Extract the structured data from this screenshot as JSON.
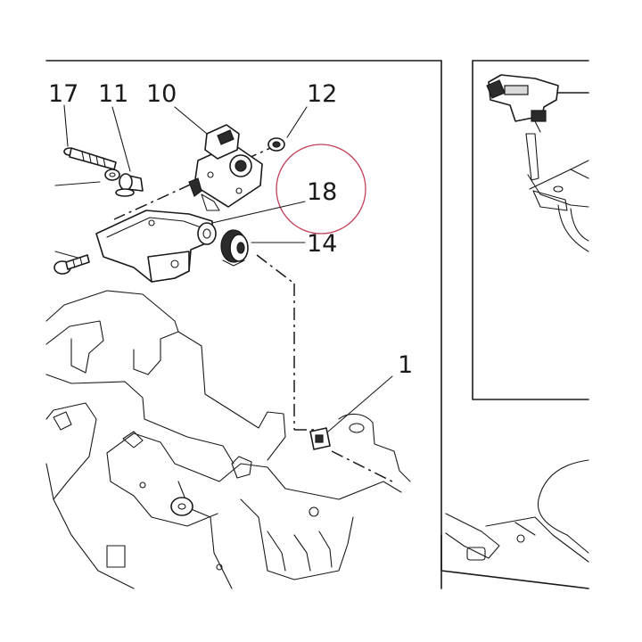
{
  "callouts": {
    "c17": "17",
    "c11": "11",
    "c10": "10",
    "c12": "12",
    "c18": "18",
    "c14": "14",
    "c1": "1"
  },
  "colors": {
    "line": "#1a1a1a",
    "highlight_circle": "#c0405a",
    "background": "#ffffff"
  }
}
